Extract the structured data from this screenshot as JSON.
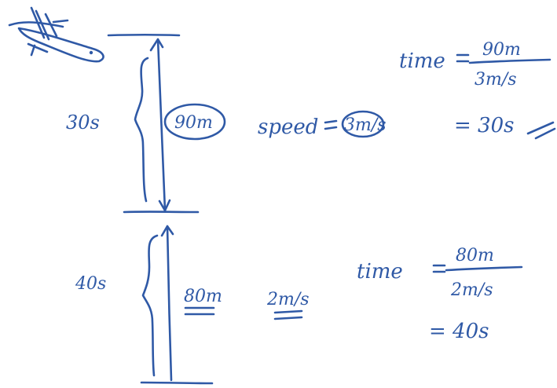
{
  "upper_segment": {
    "time": "30s",
    "distance": "90m",
    "speed_label": "speed",
    "speed_value": "3m/s"
  },
  "upper_calc": {
    "label": "time",
    "numerator": "90m",
    "denominator": "3m/s",
    "result": "= 30s"
  },
  "lower_segment": {
    "time": "40s",
    "distance": "80m",
    "speed_value": "2m/s"
  },
  "lower_calc": {
    "label": "time",
    "numerator": "80m",
    "denominator": "2m/s",
    "result": "= 40s"
  }
}
